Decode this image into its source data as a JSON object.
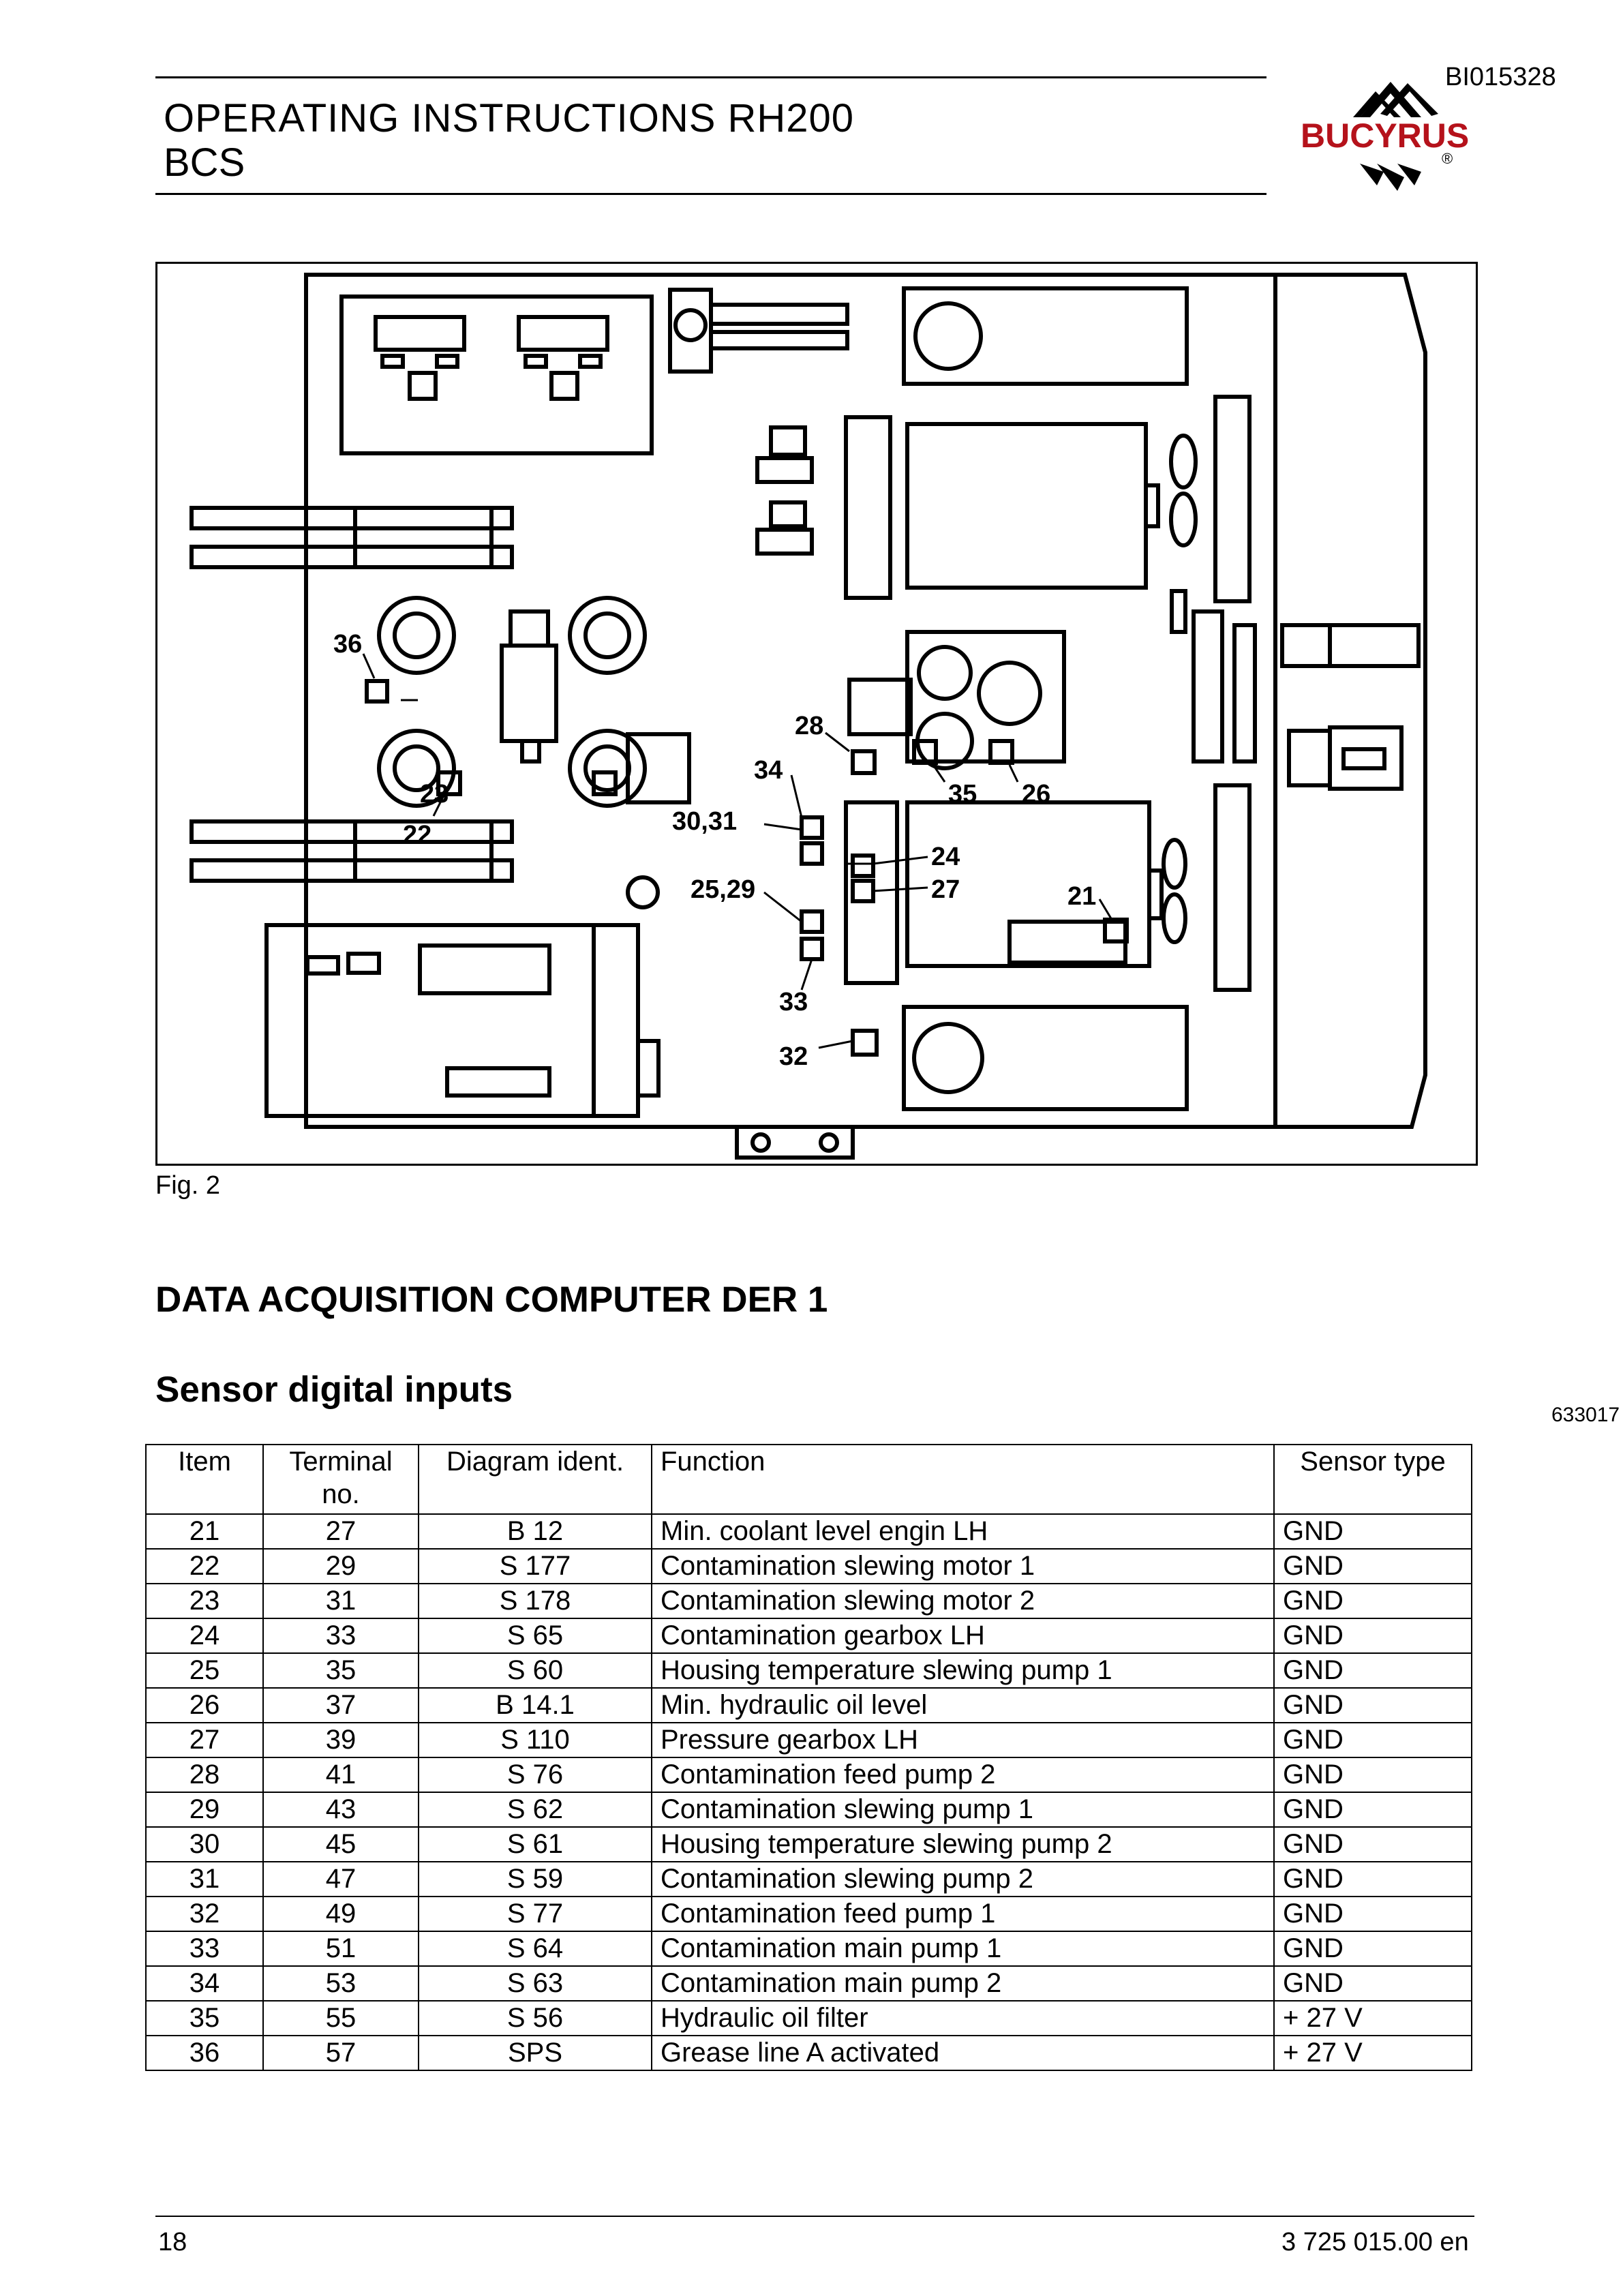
{
  "header": {
    "doc_id": "BI015328",
    "title_line1": "OPERATING INSTRUCTIONS RH200",
    "title_line2": "BCS",
    "logo_text": "BUCYRUS",
    "logo_mark": "®"
  },
  "figure": {
    "number": "633017",
    "caption": "Fig. 2",
    "labels": [
      "36",
      "23",
      "22",
      "28",
      "34",
      "35",
      "26",
      "30,31",
      "24",
      "27",
      "25,29",
      "21",
      "33",
      "32"
    ]
  },
  "section_title": "DATA ACQUISITION COMPUTER DER 1",
  "subsection_title": "Sensor digital inputs",
  "table": {
    "headers": {
      "item": "Item",
      "terminal": "Terminal no.",
      "diagram": "Diagram ident.",
      "function": "Function",
      "sensor_type": "Sensor type"
    },
    "rows": [
      {
        "item": "21",
        "terminal": "27",
        "diagram": "B 12",
        "function": "Min. coolant level engin LH",
        "sensor_type": "GND"
      },
      {
        "item": "22",
        "terminal": "29",
        "diagram": "S 177",
        "function": "Contamination slewing motor 1",
        "sensor_type": "GND"
      },
      {
        "item": "23",
        "terminal": "31",
        "diagram": "S 178",
        "function": "Contamination slewing motor 2",
        "sensor_type": "GND"
      },
      {
        "item": "24",
        "terminal": "33",
        "diagram": "S 65",
        "function": "Contamination gearbox LH",
        "sensor_type": "GND"
      },
      {
        "item": "25",
        "terminal": "35",
        "diagram": "S 60",
        "function": "Housing temperature slewing pump 1",
        "sensor_type": "GND"
      },
      {
        "item": "26",
        "terminal": "37",
        "diagram": "B 14.1",
        "function": "Min. hydraulic oil level",
        "sensor_type": "GND"
      },
      {
        "item": "27",
        "terminal": "39",
        "diagram": "S 110",
        "function": "Pressure gearbox LH",
        "sensor_type": "GND"
      },
      {
        "item": "28",
        "terminal": "41",
        "diagram": "S 76",
        "function": "Contamination feed pump 2",
        "sensor_type": "GND"
      },
      {
        "item": "29",
        "terminal": "43",
        "diagram": "S 62",
        "function": "Contamination slewing pump 1",
        "sensor_type": "GND"
      },
      {
        "item": "30",
        "terminal": "45",
        "diagram": "S 61",
        "function": "Housing temperature slewing pump 2",
        "sensor_type": "GND"
      },
      {
        "item": "31",
        "terminal": "47",
        "diagram": "S 59",
        "function": "Contamination slewing pump 2",
        "sensor_type": "GND"
      },
      {
        "item": "32",
        "terminal": "49",
        "diagram": "S 77",
        "function": "Contamination feed pump 1",
        "sensor_type": "GND"
      },
      {
        "item": "33",
        "terminal": "51",
        "diagram": "S 64",
        "function": "Contamination main pump 1",
        "sensor_type": "GND"
      },
      {
        "item": "34",
        "terminal": "53",
        "diagram": "S 63",
        "function": "Contamination main pump 2",
        "sensor_type": "GND"
      },
      {
        "item": "35",
        "terminal": "55",
        "diagram": "S 56",
        "function": "Hydraulic oil filter",
        "sensor_type": "+ 27 V"
      },
      {
        "item": "36",
        "terminal": "57",
        "diagram": "SPS",
        "function": "Grease line A activated",
        "sensor_type": "+ 27 V"
      }
    ]
  },
  "footer": {
    "page_number": "18",
    "doc_number": "3 725 015.00 en"
  }
}
